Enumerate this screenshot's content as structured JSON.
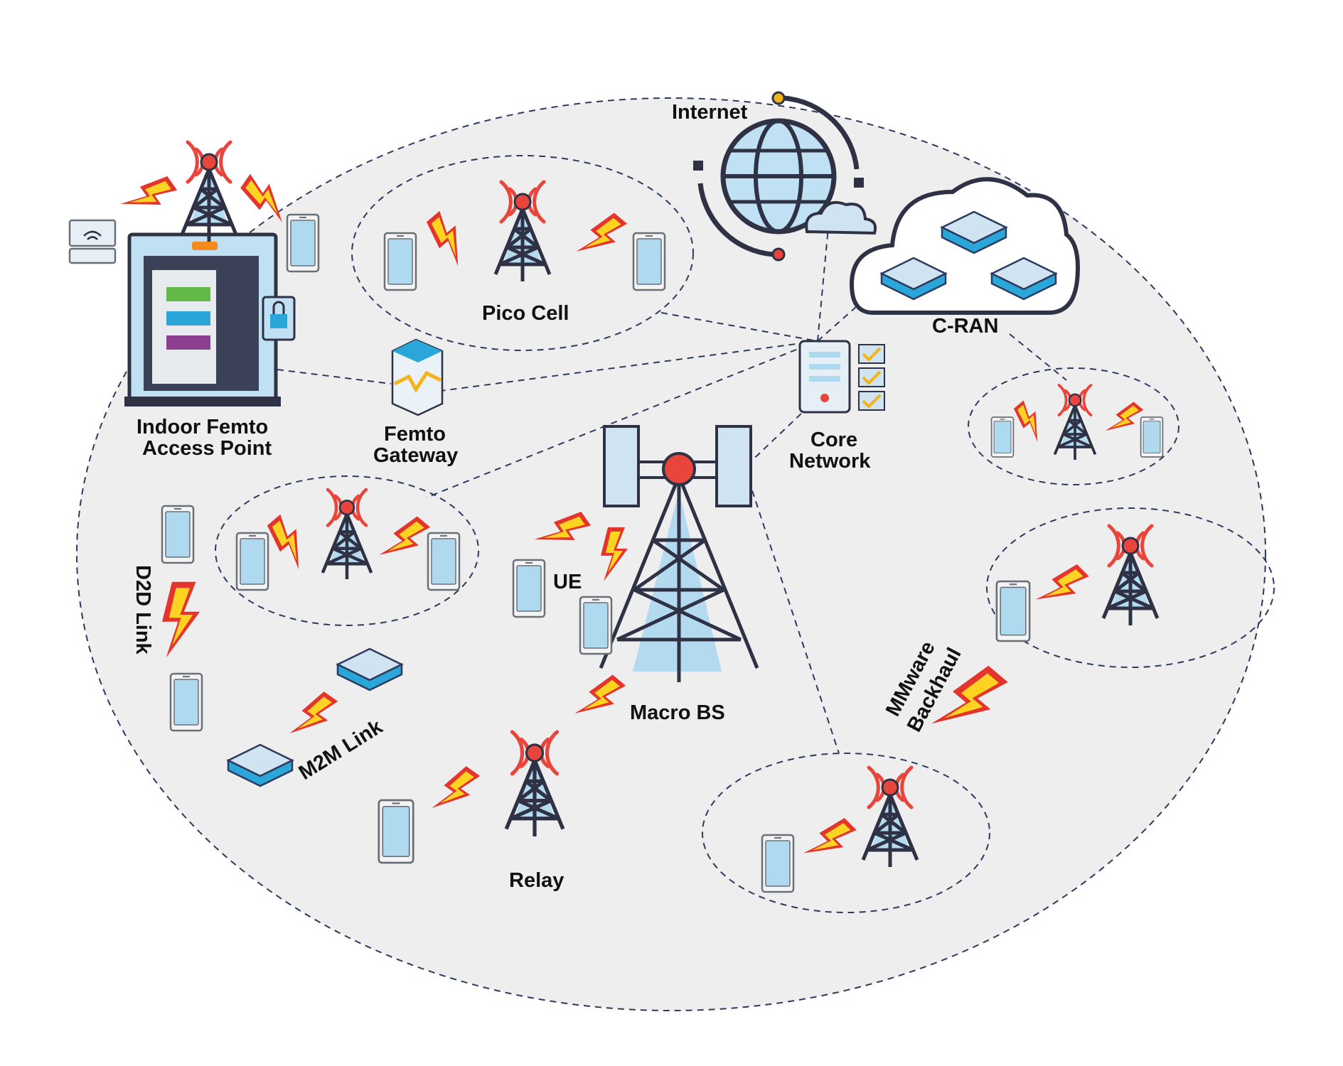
{
  "labels": {
    "internet": "Internet",
    "cran": "C-RAN",
    "pico_cell": "Pico Cell",
    "indoor_femto_line1": "Indoor Femto",
    "indoor_femto_line2": "Access Point",
    "femto_gateway_line1": "Femto",
    "femto_gateway_line2": "Gateway",
    "core_network_line1": "Core",
    "core_network_line2": "Network",
    "d2d_link": "D2D Link",
    "ue": "UE",
    "macro_bs": "Macro BS",
    "m2m_link": "M2M Link",
    "relay": "Relay",
    "mmwave_line1": "MMware",
    "mmwave_line2": "Backhaul"
  },
  "colors": {
    "background_ellipse": "#eeeeee",
    "dashed_line": "#2c3a5e",
    "signal_red": "#e5342b",
    "signal_yellow": "#ffd321",
    "light_blue": "#aed9ef",
    "tower_dark": "#2e3244",
    "node_red": "#e8453c"
  },
  "icons": {
    "internet": "globe-icon",
    "cran": "cloud-servers-icon",
    "core_network": "server-rack-icon",
    "femto_gateway": "gateway-box-icon",
    "indoor_femto": "server-cabinet-icon",
    "macro_bs": "macro-tower-icon",
    "small_cell": "cell-tower-icon",
    "ue": "smartphone-icon",
    "m2m": "iot-device-icon",
    "link": "lightning-bolt-icon"
  }
}
